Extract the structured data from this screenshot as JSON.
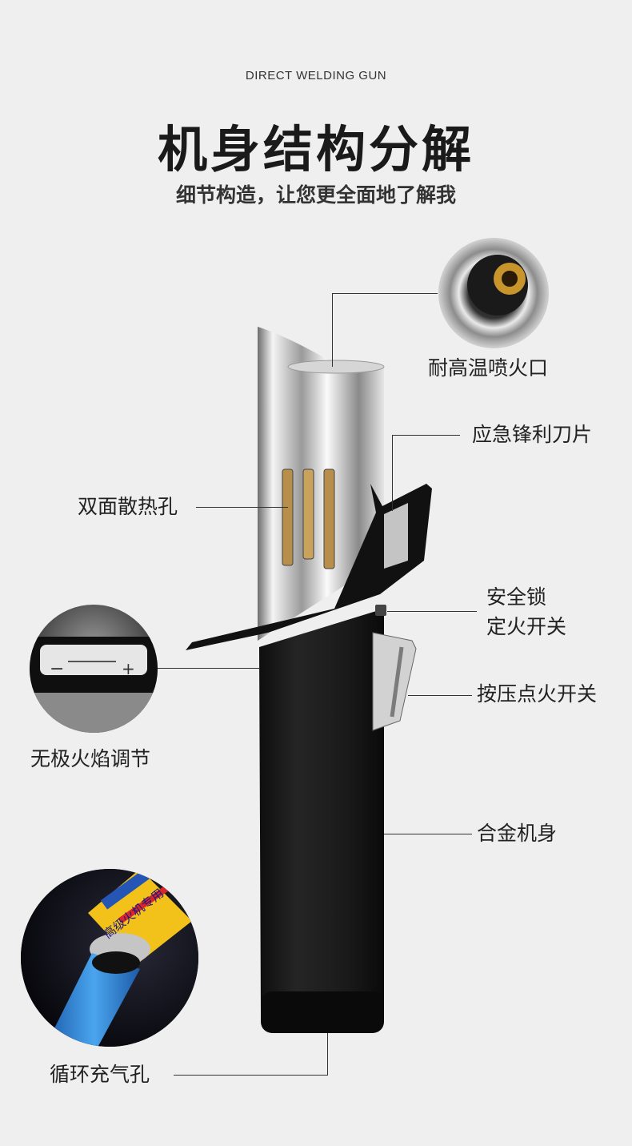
{
  "header": {
    "kicker": "DIRECT WELDING GUN",
    "title": "机身结构分解",
    "subtitle": "细节构造，让您更全面地了解我"
  },
  "callouts": {
    "nozzle": "耐高温喷火口",
    "blade": "应急锋利刀片",
    "vents": "双面散热孔",
    "safety_lock_line1": "安全锁",
    "safety_lock_line2": "定火开关",
    "press_ignition": "按压点火开关",
    "flame_adjust": "无极火焰调节",
    "alloy_body": "合金机身",
    "refill_port": "循环充气孔"
  },
  "can_label": "高级火机专用",
  "colors": {
    "background": "#efefef",
    "body_black": "#151515",
    "chrome": "#c9c9c9",
    "refill_blue": "#2f86d8",
    "can_yellow": "#f2c21b"
  }
}
